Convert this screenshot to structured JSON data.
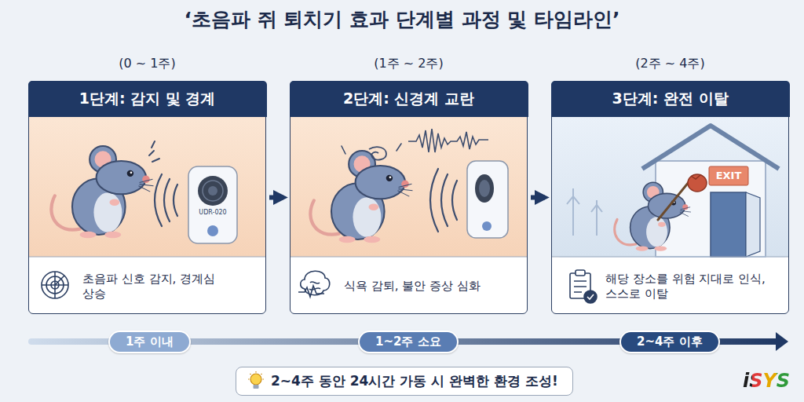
{
  "diagram": {
    "title": "‘초음파 쥐 퇴치기 효과 단계별 과정 및 타임라인’",
    "nodes": [
      {
        "text": [
          "(0 ~ 1주)",
          "1단계: 감지 및 경계",
          "초음파 신호 감지, 경계심 상승"
        ]
      },
      {
        "text": [
          "(1주 ~ 2주)",
          "2단계: 신경계 교란",
          "식욕 감퇴, 불안 증상 심화"
        ]
      },
      {
        "text": [
          "(2주 ~ 4주)",
          "3단계: 완전 이탈",
          "해당 장소를 위험 지대로 인식, 스스로 이탈"
        ]
      },
      {
        "text": [
          "1주 이내"
        ]
      },
      {
        "text": [
          "1~2주 소요"
        ]
      },
      {
        "text": [
          "2~4주 이후"
        ]
      },
      {
        "text": [
          "2~4주 동안 24시간 가동 시 완벽한 환경 조성!"
        ]
      }
    ],
    "edges": [
      {
        "from": 0,
        "to": 1,
        "arrow": "to"
      },
      {
        "from": 1,
        "to": 2,
        "arrow": "to"
      }
    ],
    "labels": [
      "UDR-020",
      "EXIT",
      "iSYS"
    ]
  }
}
